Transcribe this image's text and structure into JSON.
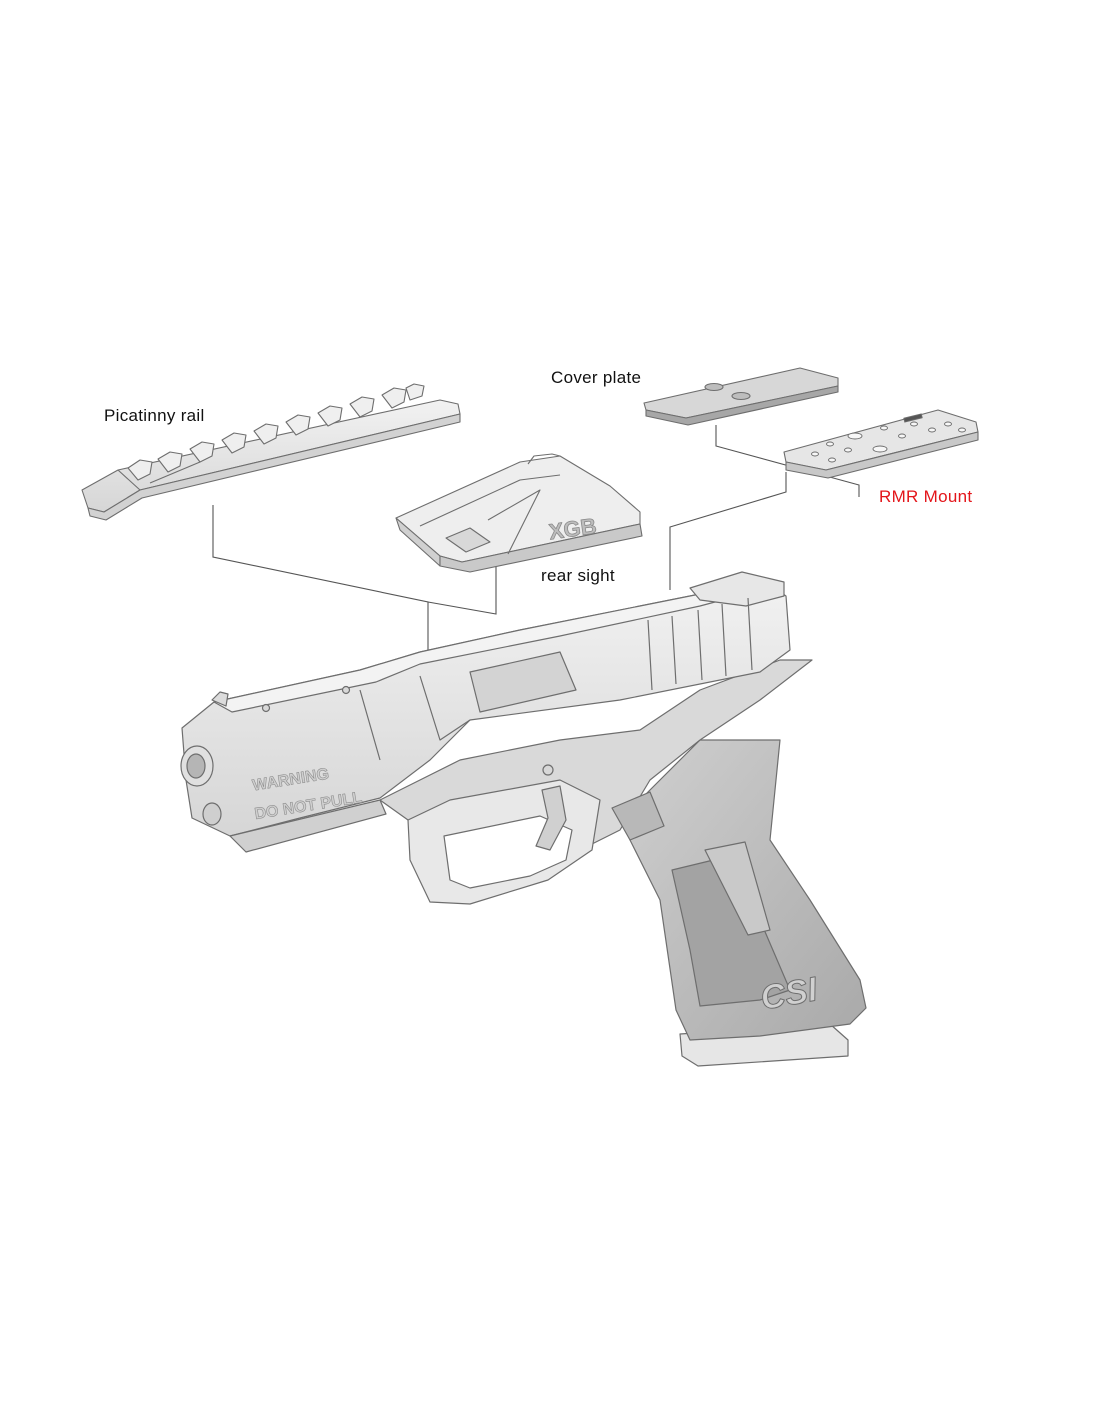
{
  "labels": {
    "picatinny_rail": "Picatinny rail",
    "cover_plate": "Cover plate",
    "rmr_mount": "RMR Mount",
    "rear_sight": "rear sight"
  },
  "engravings": {
    "slide_warning_line1": "WARNING",
    "slide_warning_line2": "DO NOT PULL",
    "rear_sight_logo": "XGB",
    "grip_logo": "CSI"
  },
  "colors": {
    "label_text": "#111111",
    "rmr_label": "#e3151a",
    "leader_line": "#555555",
    "part_fill": "#e4e4e4",
    "part_outline": "#6e6e6e",
    "grip_dark": "#b9b9b9"
  }
}
